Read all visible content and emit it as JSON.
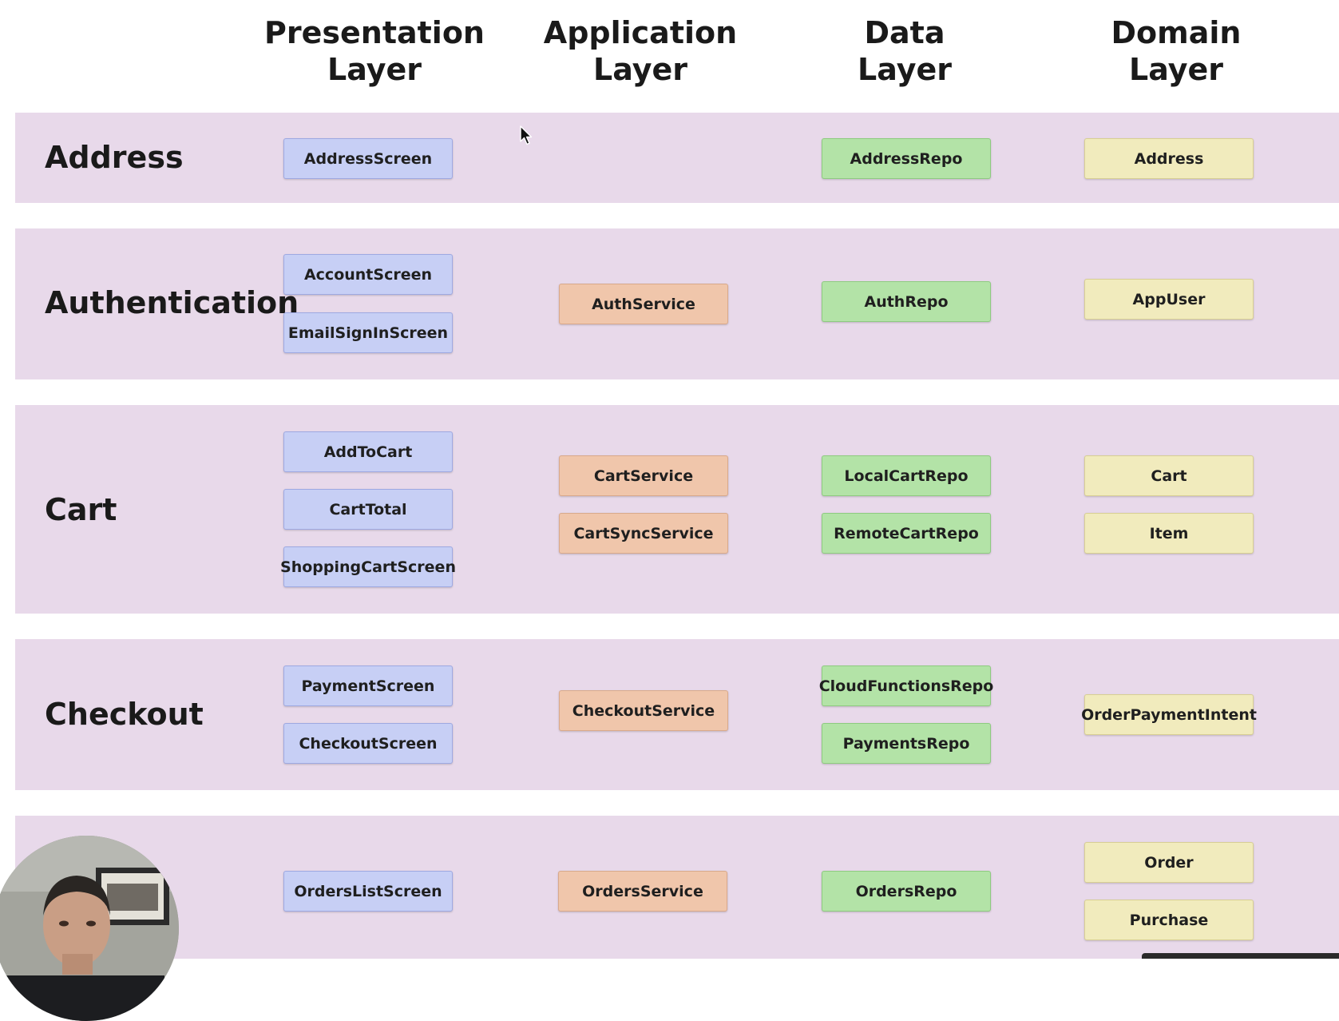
{
  "columns": {
    "presentation": [
      "Presentation",
      "Layer"
    ],
    "application": [
      "Application",
      "Layer"
    ],
    "data": [
      "Data",
      "Layer"
    ],
    "domain": [
      "Domain",
      "Layer"
    ]
  },
  "rows": {
    "address": {
      "label": "Address",
      "presentation": [
        "AddressScreen"
      ],
      "application": [],
      "data": [
        "AddressRepo"
      ],
      "domain": [
        "Address"
      ]
    },
    "authentication": {
      "label": "Authentication",
      "presentation": [
        "AccountScreen",
        "EmailSignInScreen"
      ],
      "application": [
        "AuthService"
      ],
      "data": [
        "AuthRepo"
      ],
      "domain": [
        "AppUser"
      ]
    },
    "cart": {
      "label": "Cart",
      "presentation": [
        "AddToCart",
        "CartTotal",
        "ShoppingCartScreen"
      ],
      "application": [
        "CartService",
        "CartSyncService"
      ],
      "data": [
        "LocalCartRepo",
        "RemoteCartRepo"
      ],
      "domain": [
        "Cart",
        "Item"
      ]
    },
    "checkout": {
      "label": "Checkout",
      "presentation": [
        "PaymentScreen",
        "CheckoutScreen"
      ],
      "application": [
        "CheckoutService"
      ],
      "data": [
        "CloudFunctionsRepo",
        "PaymentsRepo"
      ],
      "domain": [
        "OrderPaymentIntent"
      ]
    },
    "orders": {
      "presentation": [
        "OrdersListScreen"
      ],
      "application": [
        "OrdersService"
      ],
      "data": [
        "OrdersRepo"
      ],
      "domain": [
        "Order",
        "Purchase"
      ]
    }
  },
  "colors": {
    "band": "#e8d9ea",
    "presentation": "#c7cff5",
    "application": "#f0c6ab",
    "data": "#b3e3a7",
    "domain": "#f1ebbd"
  }
}
